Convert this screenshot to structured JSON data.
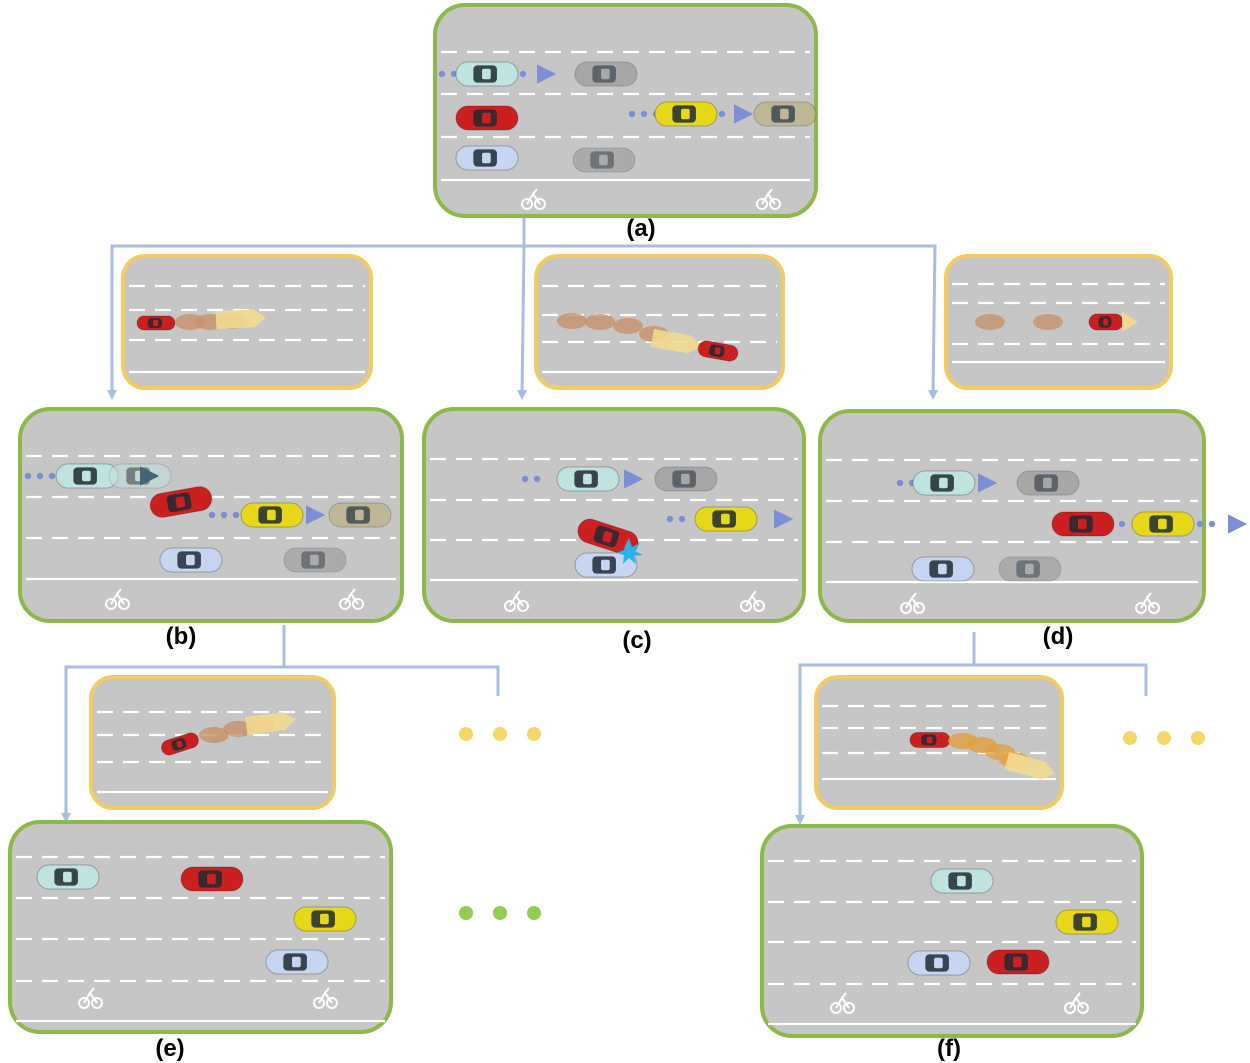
{
  "labels": {
    "a": "(a)",
    "b": "(b)",
    "c": "(c)",
    "d": "(d)",
    "e": "(e)",
    "f": "(f)"
  },
  "colors": {
    "road": "#c6c6c6",
    "scene_border": "#8db84a",
    "plan_border": "#f3cb63",
    "connector": "#a9bde3",
    "arrow": "#7b8fd6",
    "ego_car": "#cc2020",
    "yellow_car": "#e8d81a",
    "teal_car": "#bfe3df",
    "blue_car": "#c6d6f2",
    "ghost_car": "#9a9a9a",
    "plan_trail": "#c7916a",
    "collision": "#29b3e6",
    "ellipsis_yellow": "#f3d768",
    "ellipsis_green": "#92cc55"
  },
  "icons": [
    "car-icon",
    "bicycle-icon",
    "arrow-icon",
    "collision-burst-icon",
    "ellipsis-icon"
  ]
}
